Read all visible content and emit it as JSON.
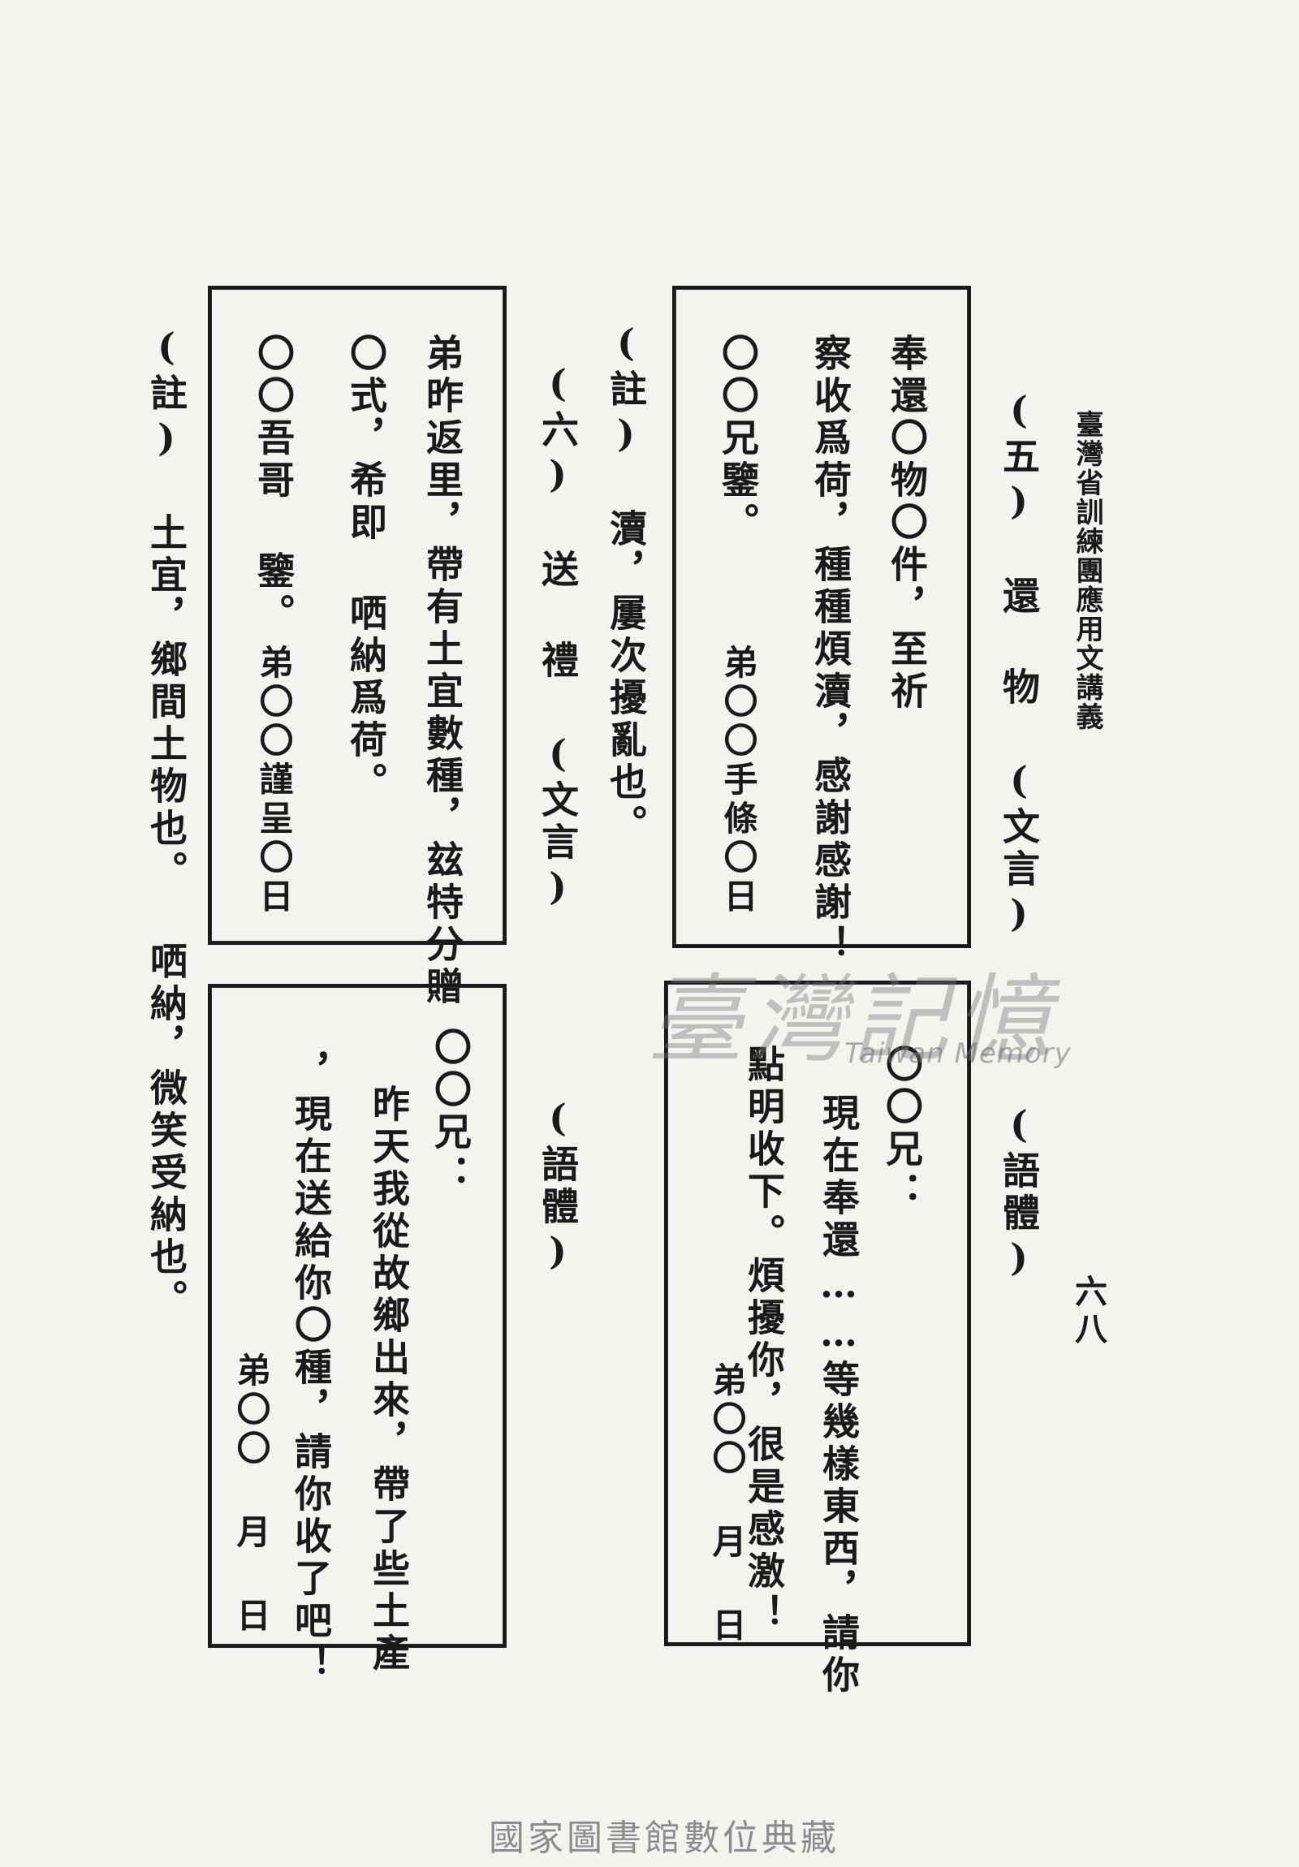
{
  "header": {
    "running_title": "臺灣省訓練團應用文講義",
    "page_number": "六八"
  },
  "section5": {
    "title": "(五) 還 物 (文言)",
    "classical": {
      "lines": [
        "奉還〇物〇件，至祈",
        "察收爲荷，種種煩瀆，感謝感謝！",
        "〇〇兄鑒。"
      ],
      "signature": "弟〇〇手條〇日"
    },
    "vernacular_label": "(語體)",
    "vernacular": {
      "salutation": "〇〇兄：",
      "lines": [
        "現在奉還……等幾樣東西，請你",
        "點明收下。煩擾你，很是感激！"
      ],
      "signature": "弟〇〇 月 日"
    },
    "note": "(註) 瀆，屢次擾亂也。"
  },
  "section6": {
    "title": "(六) 送 禮 (文言)",
    "classical": {
      "lines": [
        "弟昨返里，帶有土宜數種，玆特分贈",
        "〇式，希即 哂納爲荷。",
        "〇〇吾哥 鑒。"
      ],
      "signature": "弟〇〇謹呈〇日"
    },
    "vernacular_label": "(語體)",
    "vernacular": {
      "salutation": "〇〇兄：",
      "lines": [
        "昨天我從故鄉出來，帶了些土產",
        "，現在送給你〇種，請你收了吧！"
      ],
      "signature": "弟〇〇 月 日"
    },
    "note": "(註) 土宜，鄉間土物也。 哂納，微笑受納也。"
  },
  "watermark": {
    "zh": "臺灣記憶",
    "en": "Taiwan Memory"
  },
  "footer": "國家圖書館數位典藏"
}
